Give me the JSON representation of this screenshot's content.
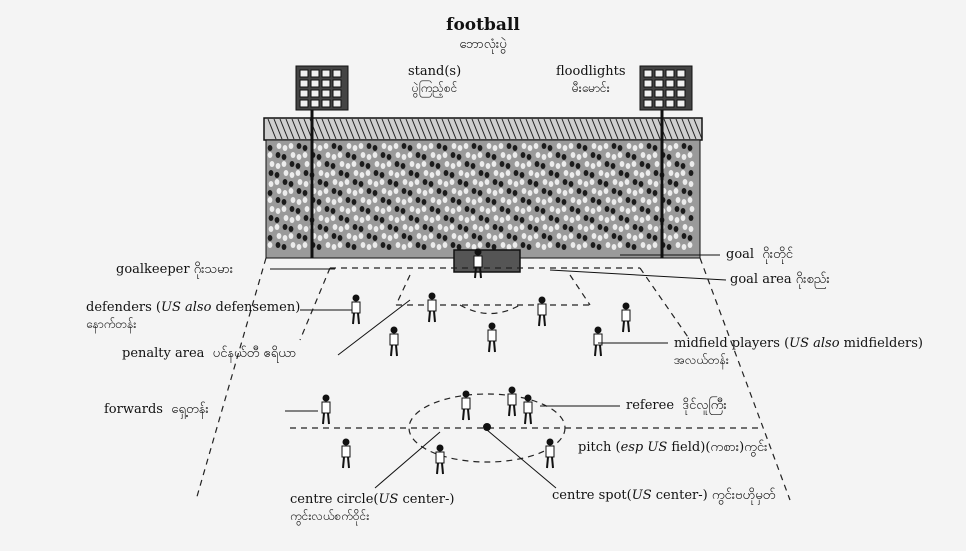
{
  "title": {
    "en": "football",
    "mm": "ဘောလုံးပွဲ"
  },
  "labels": {
    "stands": {
      "en": "stand(s)",
      "mm": "ပွဲကြည့်စင်"
    },
    "floodlights": {
      "en": "floodlights",
      "mm": "မီးမောင်း"
    },
    "goal": {
      "en": "goal",
      "mm": "ဂိုးတိုင်"
    },
    "goalkeeper": {
      "en": "goalkeeper",
      "mm": "ဂိုးသမား"
    },
    "goal_area": {
      "en": "goal area",
      "mm": "ဂိုးစည်း"
    },
    "defenders": {
      "en_pre": "defenders (",
      "us": "US also",
      "en_post": " defensemen)",
      "mm": "နောက်တန်း"
    },
    "penalty_area": {
      "en": "penalty area",
      "mm": "ပင်နယ်တီ ဧရိယာ"
    },
    "midfield": {
      "en_pre": "midfield players (",
      "us": "US also",
      "en_post": " midfielders)",
      "mm": "အလယ်တန်း"
    },
    "forwards": {
      "en": "forwards",
      "mm": "ရှေ့တန်း"
    },
    "referee": {
      "en": "referee",
      "mm": "ဒိုင်လူကြီး"
    },
    "pitch": {
      "en_pre": "pitch (",
      "esp": "esp US",
      "en_post": " field)",
      "mm": "(ကစား)ကွင်း"
    },
    "centre_circle": {
      "en_pre": "centre circle(",
      "us": "US",
      "en_post": " center-)",
      "mm": "ကွင်းလယ်စက်ဝိုင်း"
    },
    "centre_spot": {
      "en_pre": "centre spot(",
      "us": "US",
      "en_post": " center-)",
      "mm": "ကွင်းဗဟိုမှတ်"
    }
  }
}
